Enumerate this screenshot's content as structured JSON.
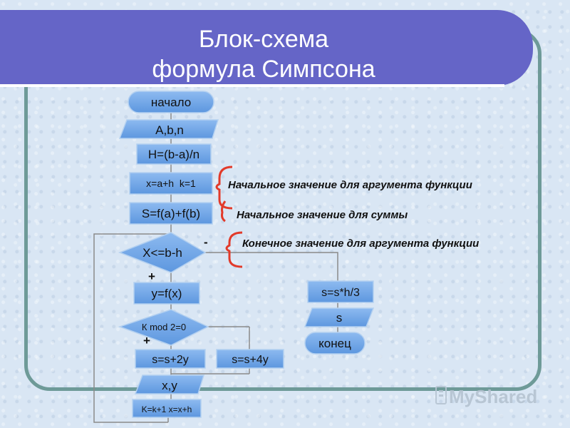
{
  "title": {
    "line1": "Блок-схема",
    "line2": "формула Симпсона"
  },
  "blocks": {
    "start": "начало",
    "input": "A,b,n",
    "step": "H=(b-a)/n",
    "init_x": "x=a+h  k=1",
    "init_s": "S=f(a)+f(b)",
    "loop_cond": "X<=b-h",
    "compute_y": "y=f(x)",
    "parity_cond": "К mod 2=0",
    "add_2y": "s=s+2y",
    "add_4y": "s=s+4y",
    "output_xy": "x,y",
    "increment": "K=k+1 x=x+h",
    "final_s": "s=s*h/3",
    "output_s": "s",
    "end": "конец"
  },
  "signs": {
    "loop_no": "-",
    "loop_yes": "+",
    "parity_yes": "+"
  },
  "annotations": {
    "arg_start": "Начальное значение для аргумента функции",
    "sum_start": "Начальное значение для суммы",
    "arg_end": "Конечное значение для аргумента функции"
  },
  "logo_text": "MyShared",
  "colors": {
    "title_bar": "#6565c7",
    "block_fill": "#6aa3e6",
    "block_stroke": "#9ec0e8",
    "bracket": "#e23a2a",
    "frame": "#6e9a98"
  }
}
